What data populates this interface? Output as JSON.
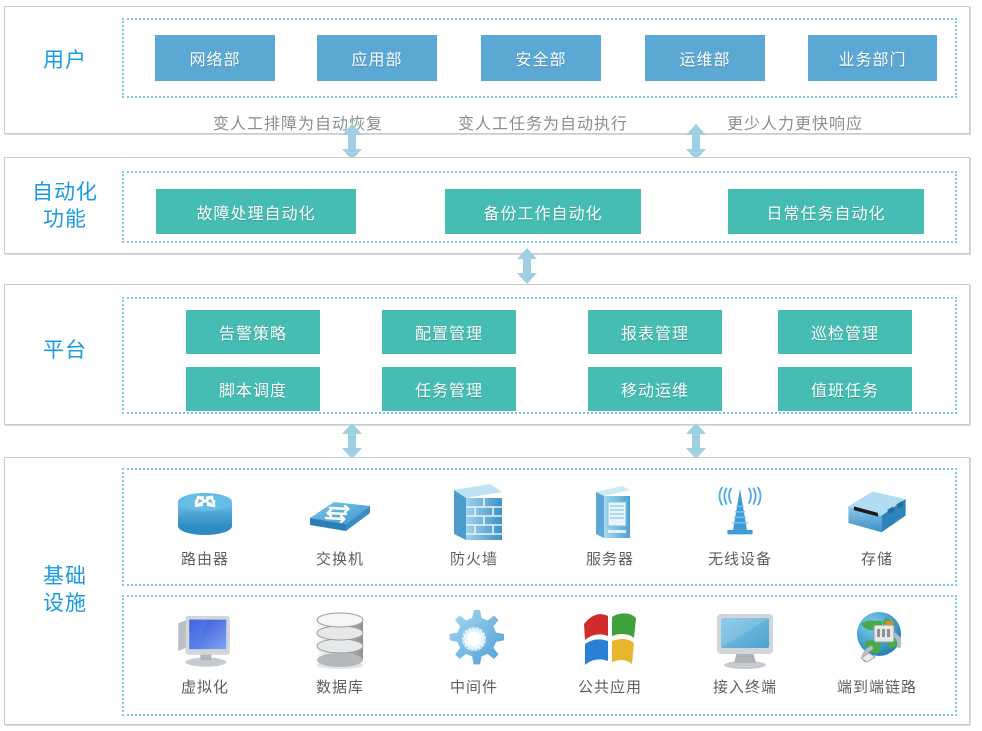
{
  "diagram": {
    "accent_blue": "#5ba8d4",
    "accent_teal": "#45bdb3",
    "label_blue": "#1a9ae2",
    "dotted_border": "#7ec6ea",
    "arrow_color": "#9ecfe3",
    "panel_border": "#c9cbcc",
    "caption_gray": "#8b8e90"
  },
  "layers": {
    "user": {
      "label": "用户",
      "items": [
        {
          "label": "网络部"
        },
        {
          "label": "应用部"
        },
        {
          "label": "安全部"
        },
        {
          "label": "运维部"
        },
        {
          "label": "业务部门"
        }
      ],
      "captions": [
        {
          "text": "变人工排障为自动恢复"
        },
        {
          "text": "变人工任务为自动执行"
        },
        {
          "text": "更少人力更快响应"
        }
      ]
    },
    "automation": {
      "label": "自动化\n功能",
      "items": [
        {
          "label": "故障处理自动化"
        },
        {
          "label": "备份工作自动化"
        },
        {
          "label": "日常任务自动化"
        }
      ]
    },
    "platform": {
      "label": "平台",
      "row1": [
        {
          "label": "告警策略"
        },
        {
          "label": "配置管理"
        },
        {
          "label": "报表管理"
        },
        {
          "label": "巡检管理"
        }
      ],
      "row2": [
        {
          "label": "脚本调度"
        },
        {
          "label": "任务管理"
        },
        {
          "label": "移动运维"
        },
        {
          "label": "值班任务"
        }
      ]
    },
    "infrastructure": {
      "label": "基础\n设施",
      "row1": [
        {
          "label": "路由器",
          "icon": "router-icon"
        },
        {
          "label": "交换机",
          "icon": "switch-icon"
        },
        {
          "label": "防火墙",
          "icon": "firewall-icon"
        },
        {
          "label": "服务器",
          "icon": "server-icon"
        },
        {
          "label": "无线设备",
          "icon": "wireless-device-icon"
        },
        {
          "label": "存储",
          "icon": "storage-icon"
        }
      ],
      "row2": [
        {
          "label": "虚拟化",
          "icon": "virtualization-icon"
        },
        {
          "label": "数据库",
          "icon": "database-icon"
        },
        {
          "label": "中间件",
          "icon": "middleware-gear-icon"
        },
        {
          "label": "公共应用",
          "icon": "windows-application-icon"
        },
        {
          "label": "接入终端",
          "icon": "access-terminal-icon"
        },
        {
          "label": "端到端链路",
          "icon": "end-to-end-link-icon"
        }
      ]
    }
  },
  "connectors": [
    {
      "name": "user-to-automation-left"
    },
    {
      "name": "user-to-automation-right"
    },
    {
      "name": "automation-to-platform-center"
    },
    {
      "name": "platform-to-infrastructure-left"
    },
    {
      "name": "platform-to-infrastructure-right"
    }
  ]
}
